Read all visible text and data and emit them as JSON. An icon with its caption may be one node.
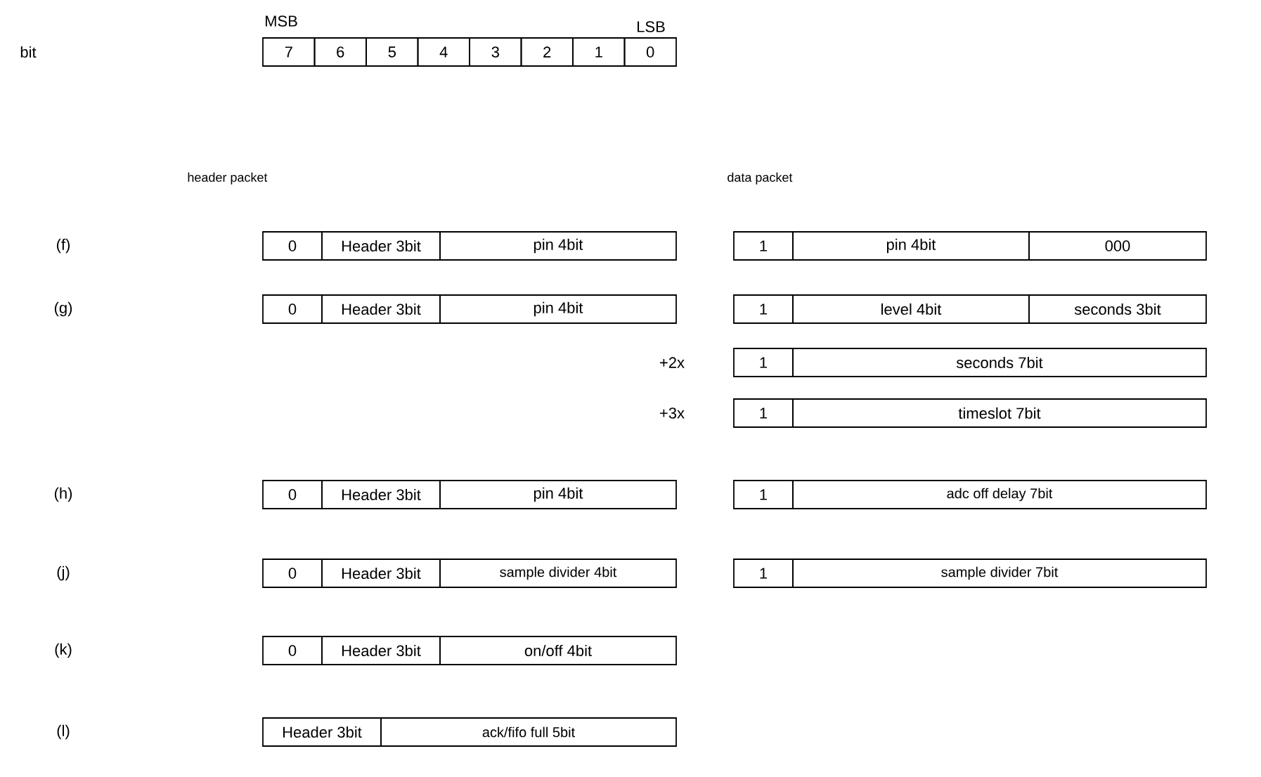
{
  "diagram": {
    "nodes": [
      {
        "text": [
          "7"
        ]
      },
      {
        "text": [
          "6"
        ]
      },
      {
        "text": [
          "5"
        ]
      },
      {
        "text": [
          "4"
        ]
      },
      {
        "text": [
          "3"
        ]
      },
      {
        "text": [
          "2"
        ]
      },
      {
        "text": [
          "1"
        ]
      },
      {
        "text": [
          "0"
        ]
      },
      {
        "text": [
          "0"
        ]
      },
      {
        "text": [
          "Header 3bit"
        ]
      },
      {
        "text": [
          "pin 4bit"
        ]
      },
      {
        "text": [
          "1"
        ]
      },
      {
        "text": [
          "pin 4bit"
        ]
      },
      {
        "text": [
          "000"
        ]
      },
      {
        "text": [
          "0"
        ]
      },
      {
        "text": [
          "Header 3bit"
        ]
      },
      {
        "text": [
          "pin 4bit"
        ]
      },
      {
        "text": [
          "1"
        ]
      },
      {
        "text": [
          "level 4bit"
        ]
      },
      {
        "text": [
          "seconds 3bit"
        ]
      },
      {
        "text": [
          "1"
        ]
      },
      {
        "text": [
          "seconds 7bit"
        ]
      },
      {
        "text": [
          "1"
        ]
      },
      {
        "text": [
          "timeslot 7bit"
        ]
      },
      {
        "text": [
          "0"
        ]
      },
      {
        "text": [
          "Header 3bit"
        ]
      },
      {
        "text": [
          "pin 4bit"
        ]
      },
      {
        "text": [
          "1"
        ]
      },
      {
        "text": [
          "adc off delay 7bit"
        ]
      },
      {
        "text": [
          "0"
        ]
      },
      {
        "text": [
          "Header 3bit"
        ]
      },
      {
        "text": [
          "sample divider 4bit"
        ]
      },
      {
        "text": [
          "1"
        ]
      },
      {
        "text": [
          "sample divider 7bit"
        ]
      },
      {
        "text": [
          "0"
        ]
      },
      {
        "text": [
          "Header 3bit"
        ]
      },
      {
        "text": [
          "on/off 4bit"
        ]
      },
      {
        "text": [
          "Header 3bit"
        ]
      },
      {
        "text": [
          "ack/fifo full 5bit"
        ]
      }
    ],
    "labels": [
      "MSB",
      "LSB",
      "bit",
      "header packet",
      "data packet",
      "(f)",
      "(g)",
      "+2x",
      "+3x",
      "(h)",
      "(j)",
      "(k)",
      "(l)"
    ]
  }
}
